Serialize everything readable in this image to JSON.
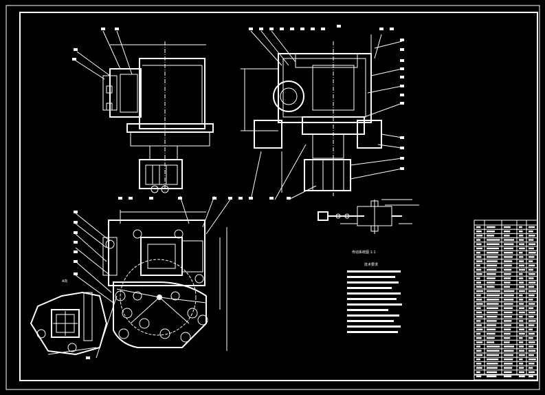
{
  "drawing": {
    "background": "#000000",
    "line_color": "#ffffff",
    "scheme_caption": "传动系统图 1:1",
    "tech_title": "技术要求",
    "detail_label": "A向"
  }
}
